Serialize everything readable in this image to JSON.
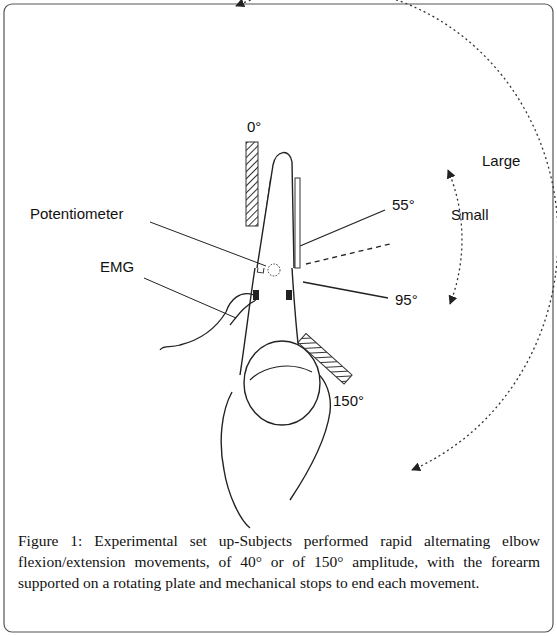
{
  "diagram": {
    "caption": "Figure 1: Experimental set up-Subjects performed rapid alternating elbow flexion/extension movements, of 40° or of 150° amplitude, with the forearm supported on a rotating plate and mechanical stops to end each movement.",
    "labels": [
      "0°",
      "55°",
      "Large",
      "Potentiometer",
      "Small",
      "EMG",
      "95°",
      "150°"
    ]
  }
}
